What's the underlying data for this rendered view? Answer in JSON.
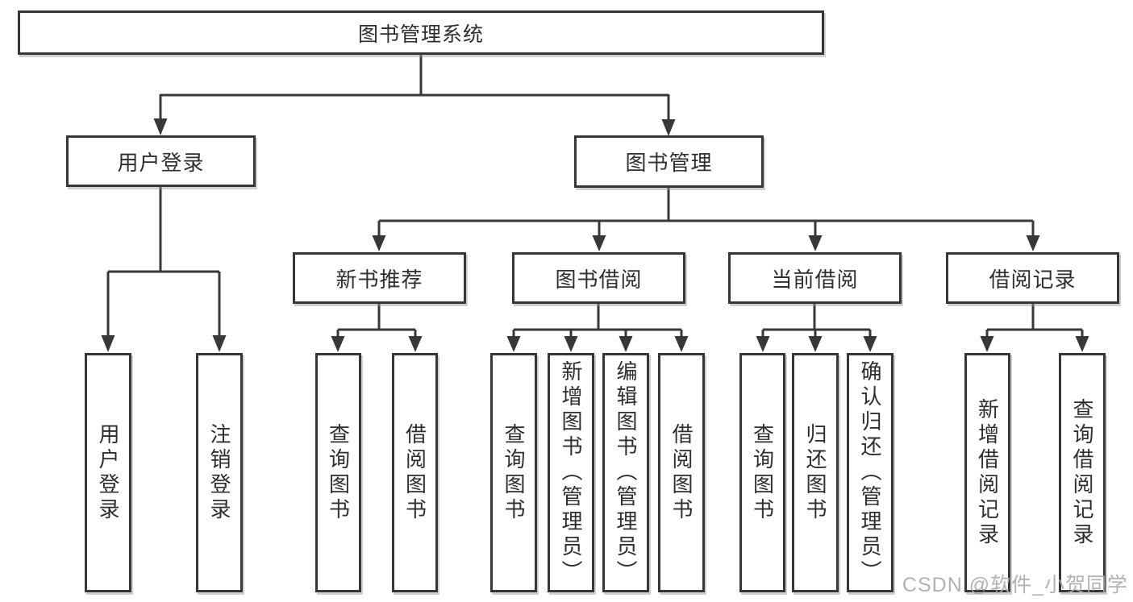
{
  "diagram_type": "tree",
  "tree": {
    "label": "图书管理系统",
    "children": [
      {
        "label": "用户登录",
        "children": [
          {
            "label": "用户登录"
          },
          {
            "label": "注销登录"
          }
        ]
      },
      {
        "label": "图书管理",
        "children": [
          {
            "label": "新书推荐",
            "children": [
              {
                "label": "查询图书"
              },
              {
                "label": "借阅图书"
              }
            ]
          },
          {
            "label": "图书借阅",
            "children": [
              {
                "label": "查询图书"
              },
              {
                "label": "新增图书（管理员）"
              },
              {
                "label": "编辑图书（管理员）"
              },
              {
                "label": "借阅图书"
              }
            ]
          },
          {
            "label": "当前借阅",
            "children": [
              {
                "label": "查询图书"
              },
              {
                "label": "归还图书"
              },
              {
                "label": "确认归还（管理员）"
              }
            ]
          },
          {
            "label": "借阅记录",
            "children": [
              {
                "label": "新增借阅记录"
              },
              {
                "label": "查询借阅记录"
              }
            ]
          }
        ]
      }
    ]
  },
  "watermark": {
    "text": "CSDN @软件_小贺同学"
  },
  "colors": {
    "line": "#383838",
    "box_border": "#363636",
    "text": "#2e2e2e",
    "watermark": "#aaaaaa",
    "background": "#ffffff"
  }
}
